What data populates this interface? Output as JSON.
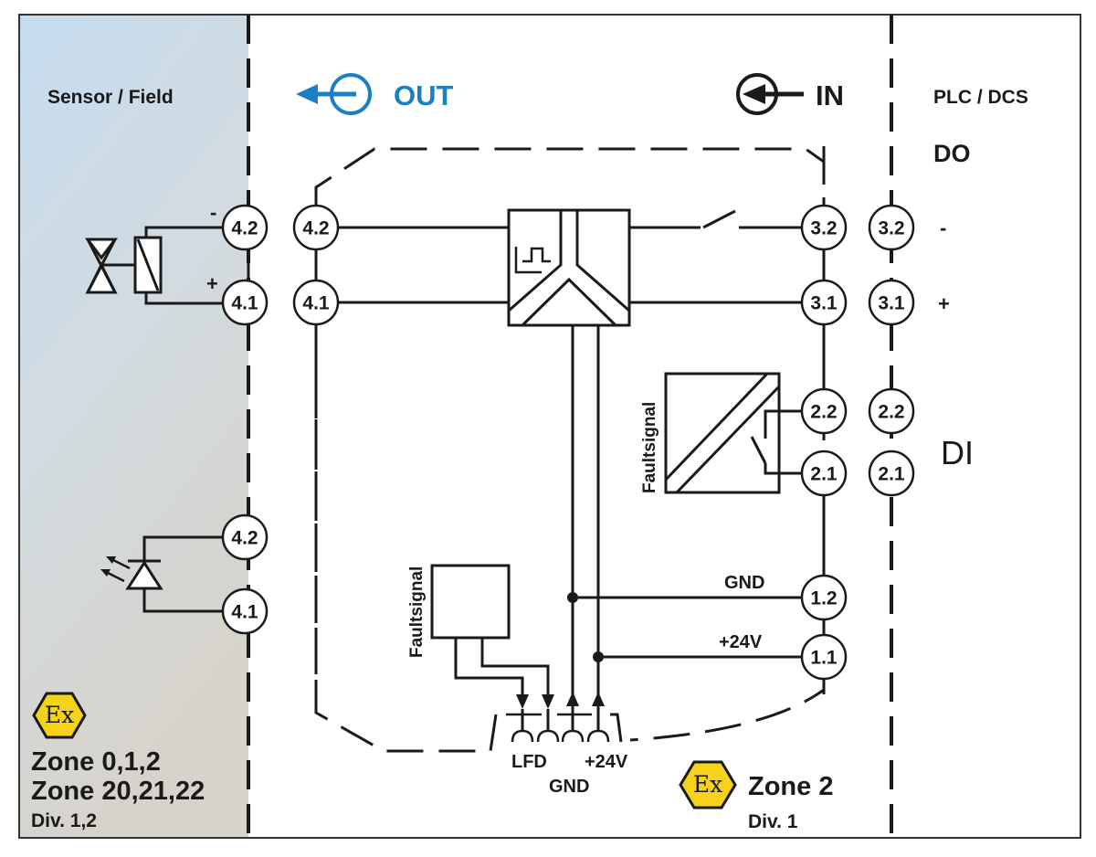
{
  "zones": {
    "left_title": "Sensor / Field",
    "right_title": "PLC / DCS",
    "right_do_label": "DO",
    "right_di_label": "DI",
    "out_label": "OUT",
    "in_label": "IN"
  },
  "field_side": {
    "polarity_minus": "-",
    "polarity_plus": "+",
    "hazard_zone_1": "Zone 0,1,2",
    "hazard_zone_2": "Zone 20,21,22",
    "hazard_div": "Div. 1,2"
  },
  "module": {
    "zone": "Zone 2",
    "div": "Div. 1",
    "fault_signal_label_relay": "Faultsignal",
    "fault_signal_label_box": "Faultsignal",
    "gnd_label": "GND",
    "supply_label": "+24V",
    "bus_labels": [
      "LFD",
      "GND",
      "+24V"
    ]
  },
  "plc_side": {
    "polarity_minus": "-",
    "polarity_plus": "+"
  },
  "terminals": {
    "field_valve": [
      "4.2",
      "4.1"
    ],
    "field_led": [
      "4.2",
      "4.1"
    ],
    "module_out": [
      "4.2",
      "4.1"
    ],
    "module_in": [
      "3.2",
      "3.1",
      "2.2",
      "2.1",
      "1.2",
      "1.1"
    ],
    "plc": [
      "3.2",
      "3.1",
      "2.2",
      "2.1"
    ]
  },
  "ex_symbol": "Ex",
  "colors": {
    "accent_blue": "#1b7fc4",
    "ex_yellow": "#f5d31a",
    "field_bg_top": "#c6dcef",
    "field_bg_bottom": "#d6d2c8"
  }
}
